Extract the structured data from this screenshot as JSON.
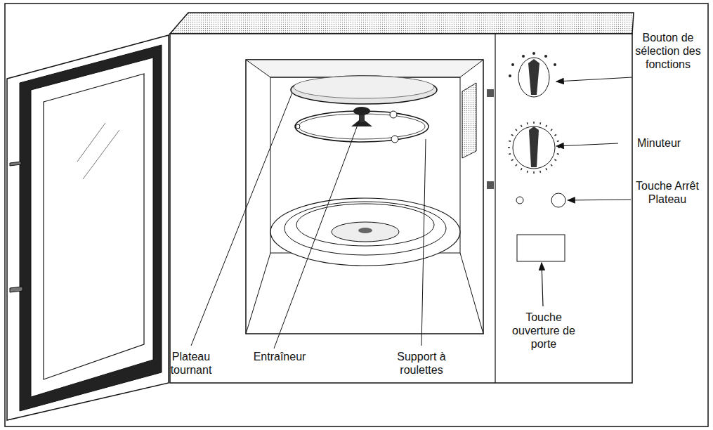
{
  "diagram": {
    "labels": [
      "Bouton de sélection des fonctions",
      "Minuteur",
      "Touche Arrêt Plateau",
      "Touche ouverture de porte",
      "Plateau tournant",
      "Entraîneur",
      "Support à roulettes"
    ]
  }
}
